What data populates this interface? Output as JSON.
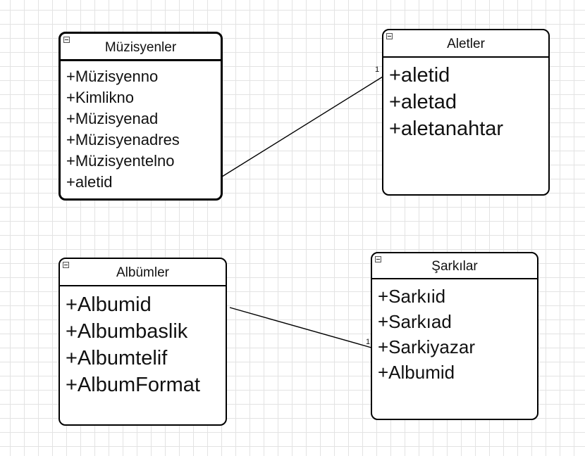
{
  "diagram": {
    "entities": {
      "muzisyenler": {
        "title": "Müzisyenler",
        "attributes": [
          "+Müzisyenno",
          "+Kimlikno",
          "+Müzisyenad",
          "+Müzisyenadres",
          "+Müzisyentelno",
          "+aletid"
        ]
      },
      "aletler": {
        "title": "Aletler",
        "attributes": [
          "+aletid",
          "+aletad",
          "+aletanahtar"
        ]
      },
      "albumler": {
        "title": "Albümler",
        "attributes": [
          "+Albumid",
          "+Albumbaslik",
          "+Albumtelif",
          "+AlbumFormat"
        ]
      },
      "sarkilar": {
        "title": "Şarkılar",
        "attributes": [
          "+Sarkıid",
          "+Sarkıad",
          "+Sarkiyazar",
          "+Albumid"
        ]
      }
    },
    "relations": [
      {
        "from": "Müzisyenler",
        "to": "Aletler",
        "multiplicity": "1"
      },
      {
        "from": "Albümler",
        "to": "Şarkılar",
        "multiplicity": "1"
      }
    ],
    "icons": {
      "collapse": "collapse-icon"
    },
    "colors": {
      "border": "#000000",
      "grid": "#e3e3e3",
      "background": "#ffffff"
    }
  }
}
